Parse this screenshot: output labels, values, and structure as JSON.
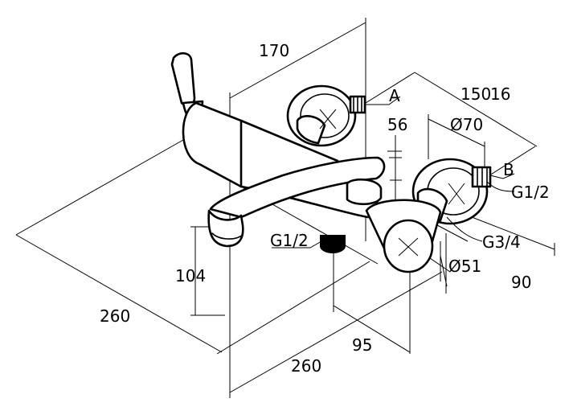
{
  "drawing": {
    "dimensions": {
      "d170": "170",
      "d150": "150",
      "d16": "16",
      "d56": "56",
      "d70": "Ø70",
      "d104": "104",
      "d260_left": "260",
      "d260_bottom": "260",
      "d95": "95",
      "d51": "Ø51",
      "d90": "90"
    },
    "callouts": {
      "a": "A",
      "b": "B",
      "g12_right": "G1/2",
      "g34": "G3/4",
      "g12_left": "G1/2"
    }
  }
}
